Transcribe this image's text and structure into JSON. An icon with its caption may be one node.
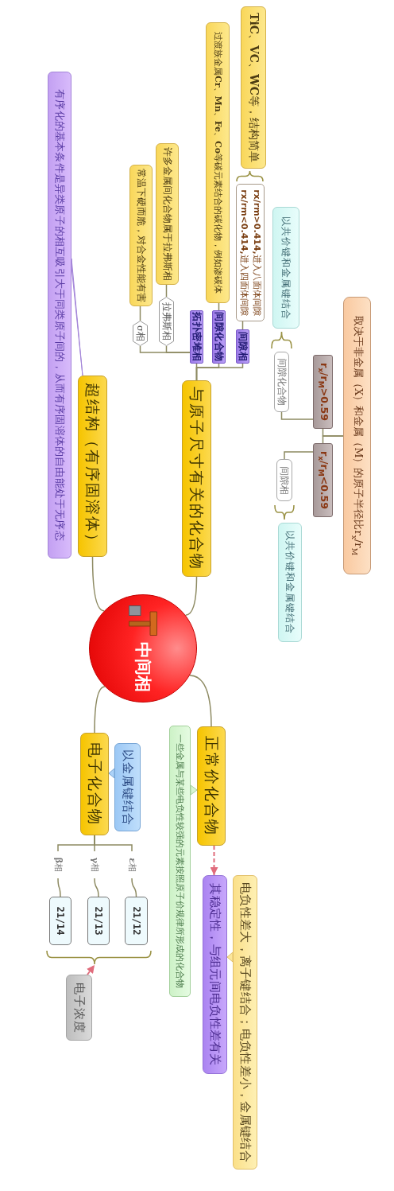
{
  "diagram": {
    "nodes": [
      {
        "text": [
          "中间相"
        ]
      },
      {
        "text": [
          "与原子尺寸有关的化合物"
        ]
      },
      {
        "text": [
          "间隙相"
        ]
      },
      {
        "text": [
          "**rx/rm>0.414,**进入八面体间隙",
          "**rx/rm<0.414,**进入四面体间隙"
        ]
      },
      {
        "text": [
          "**TiC**、**VC**、**WC**等，结构简单"
        ]
      },
      {
        "text": [
          "间隙化合物"
        ]
      },
      {
        "text": [
          "过渡族金属**Cr**、**Mn**、**Fe**、**Co**等碳元素结合的碳化物，例如渗碳体"
        ]
      },
      {
        "text": [
          "拓扑密堆相"
        ]
      },
      {
        "text": [
          "拉弗斯相"
        ]
      },
      {
        "text": [
          "许多金属间化合物属于拉弗斯相"
        ]
      },
      {
        "text": [
          "σ相"
        ]
      },
      {
        "text": [
          "常温下硬而脆，对合金性能有害"
        ]
      },
      {
        "text": [
          "超结构（有序固溶体）"
        ]
      },
      {
        "text": [
          "有序化的基本条件是异类原子的相互吸引大于同类原子间的，从而有序固溶体的自由能处于无序态"
        ]
      },
      {
        "text": [
          "取决于非金属（X）和金属（M）的原子半径比r$_{x}$/r$_{M}$"
        ]
      },
      {
        "text": [
          "r$_{x}$/r$_{M}$>0.59"
        ]
      },
      {
        "text": [
          "间隙化合物"
        ]
      },
      {
        "text": [
          "以共价键和金属键结合"
        ]
      },
      {
        "text": [
          "r$_{x}$/r$_{M}$<0.59"
        ]
      },
      {
        "text": [
          "间隙相"
        ]
      },
      {
        "text": [
          "以共价键和金属键结合"
        ]
      },
      {
        "text": [
          "正常价化合物"
        ]
      },
      {
        "text": [
          "一些金属与某些电负性较强的元素按照原子价规律所形成的化合物"
        ]
      },
      {
        "text": [
          "其稳定性，与组元间电负性差有关"
        ]
      },
      {
        "text": [
          "电负性差大，离子键结合；电负性差小，金属键结合"
        ]
      },
      {
        "text": [
          "电子化合物"
        ]
      },
      {
        "text": [
          "以金属键结合"
        ]
      },
      {
        "text": [
          "**ε**相"
        ]
      },
      {
        "text": [
          "21/12"
        ]
      },
      {
        "text": [
          "**γ**相"
        ]
      },
      {
        "text": [
          "21/13"
        ]
      },
      {
        "text": [
          "**β**相"
        ]
      },
      {
        "text": [
          "21/14"
        ]
      },
      {
        "text": [
          "电子浓度"
        ]
      },
      {
        "text": [],
        "shape": "bracket"
      }
    ],
    "edges": [
      {
        "from": 0,
        "to": 1,
        "arrow": "none"
      },
      {
        "from": 1,
        "to": 2,
        "arrow": "none"
      },
      {
        "from": 2,
        "to": 3,
        "arrow": "none"
      },
      {
        "from": 1,
        "to": 5,
        "arrow": "none"
      },
      {
        "from": 5,
        "to": 6,
        "arrow": "none"
      },
      {
        "from": 1,
        "to": 7,
        "arrow": "none"
      },
      {
        "from": 7,
        "to": 8,
        "arrow": "none"
      },
      {
        "from": 8,
        "to": 9,
        "arrow": "none"
      },
      {
        "from": 7,
        "to": 10,
        "arrow": "none"
      },
      {
        "from": 10,
        "to": 11,
        "arrow": "none"
      },
      {
        "from": 0,
        "to": 12,
        "arrow": "none"
      },
      {
        "from": 12,
        "to": 13,
        "arrow": "none"
      },
      {
        "from": 14,
        "to": 15,
        "arrow": "none"
      },
      {
        "from": 15,
        "to": 16,
        "arrow": "none"
      },
      {
        "from": 14,
        "to": 18,
        "arrow": "none"
      },
      {
        "from": 18,
        "to": 19,
        "arrow": "none"
      },
      {
        "from": 0,
        "to": 21,
        "arrow": "none"
      },
      {
        "from": 21,
        "to": 22,
        "arrow": "none"
      },
      {
        "from": 21,
        "to": 23,
        "arrow": "to",
        "style": "dashed",
        "color": "#e06c7c"
      },
      {
        "from": 23,
        "to": 24,
        "arrow": "none"
      },
      {
        "from": 0,
        "to": 25,
        "arrow": "none"
      },
      {
        "from": 25,
        "to": 26,
        "arrow": "none"
      },
      {
        "from": 25,
        "to": 27,
        "arrow": "none"
      },
      {
        "from": 27,
        "to": 28,
        "arrow": "none"
      },
      {
        "from": 25,
        "to": 29,
        "arrow": "none"
      },
      {
        "from": 29,
        "to": 30,
        "arrow": "none"
      },
      {
        "from": 25,
        "to": 31,
        "arrow": "none"
      },
      {
        "from": 31,
        "to": 32,
        "arrow": "none"
      },
      {
        "from": 33,
        "to": 34,
        "arrow": "to",
        "style": "dashed",
        "color": "#e06c7c"
      }
    ]
  }
}
